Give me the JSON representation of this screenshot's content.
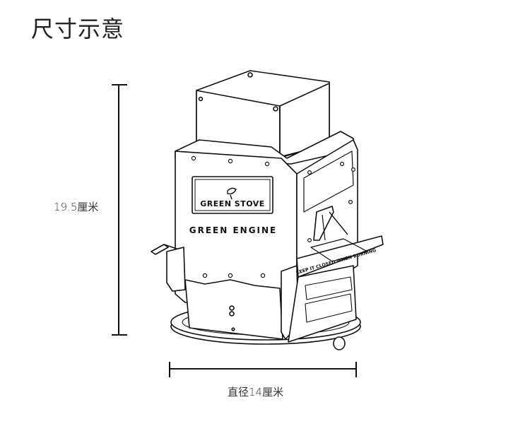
{
  "page": {
    "title": "尺寸示意"
  },
  "dimensions": {
    "height_label": "19.5厘米",
    "width_label": "直径14厘米"
  },
  "product": {
    "plate_text": "GREEN STOVE",
    "logo_text": "GREEN ENGINE",
    "side_text": "KEEP IT CLOSED WHEN BURNING"
  }
}
